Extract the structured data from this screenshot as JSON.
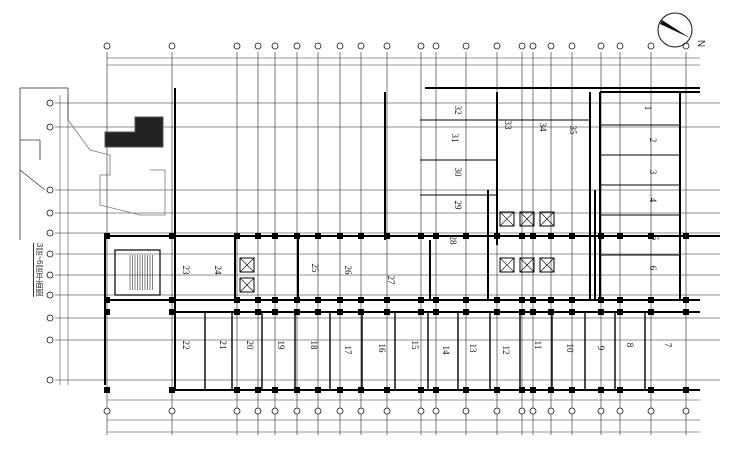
{
  "drawing": {
    "title": "3层~6层平面图",
    "north_label": "N",
    "rooms": [
      {
        "label": "1"
      },
      {
        "label": "2"
      },
      {
        "label": "3"
      },
      {
        "label": "4"
      },
      {
        "label": "5"
      },
      {
        "label": "6"
      },
      {
        "label": "7"
      },
      {
        "label": "8"
      },
      {
        "label": "9"
      },
      {
        "label": "10"
      },
      {
        "label": "11"
      },
      {
        "label": "12"
      },
      {
        "label": "13"
      },
      {
        "label": "14"
      },
      {
        "label": "15"
      },
      {
        "label": "16"
      },
      {
        "label": "17"
      },
      {
        "label": "18"
      },
      {
        "label": "19"
      },
      {
        "label": "20"
      },
      {
        "label": "21"
      },
      {
        "label": "22"
      },
      {
        "label": "23"
      },
      {
        "label": "24"
      },
      {
        "label": "25"
      },
      {
        "label": "26"
      },
      {
        "label": "27"
      },
      {
        "label": "28"
      },
      {
        "label": "29"
      },
      {
        "label": "30"
      },
      {
        "label": "31"
      },
      {
        "label": "32"
      },
      {
        "label": "33"
      },
      {
        "label": "34"
      },
      {
        "label": "35"
      }
    ]
  }
}
